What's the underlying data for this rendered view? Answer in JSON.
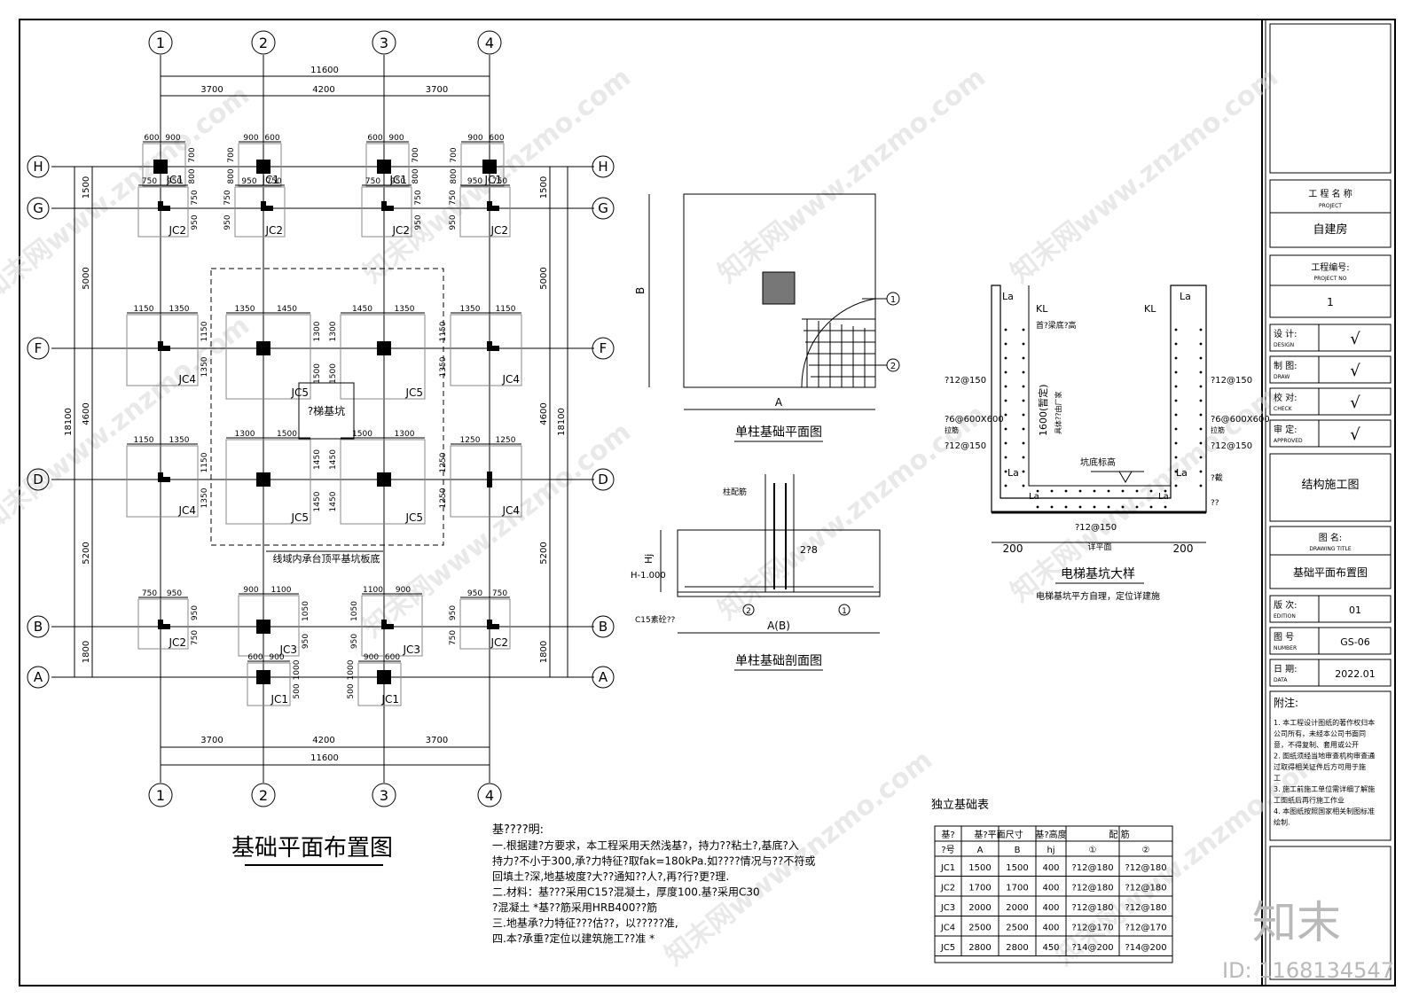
{
  "plan": {
    "title": "基础平面布置图",
    "axes_x": [
      "1",
      "2",
      "3",
      "4"
    ],
    "axes_y": [
      "H",
      "G",
      "F",
      "D",
      "B",
      "A"
    ],
    "dims_top_total": "11600",
    "dims_top_spans": [
      "3700",
      "4200",
      "3700"
    ],
    "dims_bottom_total": "11600",
    "dims_bottom_spans": [
      "3700",
      "4200",
      "3700"
    ],
    "dims_left_total": "18100",
    "dims_left_spans": [
      "1500",
      "5000",
      "4600",
      "5200",
      "1800"
    ],
    "dims_right_total": "18100",
    "dims_right_spans": [
      "1500",
      "5000",
      "4600",
      "5200",
      "1800"
    ],
    "pit_label": "?梯基坑",
    "raft_note": "线域内承台顶平基坑板底",
    "footings": [
      {
        "label": "JC1",
        "d1": "600",
        "d2": "900",
        "v1": "700",
        "v2": "800"
      },
      {
        "label": "JC1",
        "d1": "900",
        "d2": "600",
        "v1": "700",
        "v2": "800"
      },
      {
        "label": "JC1",
        "d1": "600",
        "d2": "900",
        "v1": "700",
        "v2": "800"
      },
      {
        "label": "JC1",
        "d1": "900",
        "d2": "600",
        "v1": "700",
        "v2": "800"
      },
      {
        "label": "JC2",
        "d1": "750",
        "d2": "950",
        "v1": "750",
        "v2": "950"
      },
      {
        "label": "JC2",
        "d1": "950",
        "d2": "750",
        "v1": "750",
        "v2": "950"
      },
      {
        "label": "JC2",
        "d1": "750",
        "d2": "950",
        "v1": "750",
        "v2": "950"
      },
      {
        "label": "JC2",
        "d1": "950",
        "d2": "750",
        "v1": "750",
        "v2": "950"
      },
      {
        "label": "JC4",
        "d1": "1150",
        "d2": "1350",
        "v1": "1150",
        "v2": "1350"
      },
      {
        "label": "JC5",
        "d1": "1350",
        "d2": "1450",
        "v1": "1300",
        "v2": "1500"
      },
      {
        "label": "JC5",
        "d1": "1450",
        "d2": "1350",
        "v1": "1300",
        "v2": "1500"
      },
      {
        "label": "JC4",
        "d1": "1350",
        "d2": "1150",
        "v1": "1150",
        "v2": "1350"
      },
      {
        "label": "JC4",
        "d1": "1150",
        "d2": "1350",
        "v1": "1150",
        "v2": "1350"
      },
      {
        "label": "JC5",
        "d1": "1300",
        "d2": "1500",
        "v1": "1450",
        "v2": "1450"
      },
      {
        "label": "JC5",
        "d1": "1500",
        "d2": "1300",
        "v1": "1450",
        "v2": "1450"
      },
      {
        "label": "JC4",
        "d1": "1250",
        "d2": "1250",
        "v1": "1250",
        "v2": "1250"
      },
      {
        "label": "JC2",
        "d1": "750",
        "d2": "950",
        "v1": "950",
        "v2": "750"
      },
      {
        "label": "JC3",
        "d1": "900",
        "d2": "1100",
        "v1": "1050",
        "v2": "950"
      },
      {
        "label": "JC3",
        "d1": "1100",
        "d2": "900",
        "v1": "1050",
        "v2": "950"
      },
      {
        "label": "JC2",
        "d1": "950",
        "d2": "750",
        "v1": "950",
        "v2": "750"
      },
      {
        "label": "JC1",
        "d1": "600",
        "d2": "900",
        "v1": "1000",
        "v2": "500"
      },
      {
        "label": "JC1",
        "d1": "900",
        "d2": "600",
        "v1": "1000",
        "v2": "500"
      }
    ]
  },
  "single_plan": {
    "title": "单柱基础平面图",
    "dim_a": "A",
    "dim_b": "B",
    "callouts": [
      "1",
      "2"
    ]
  },
  "single_section": {
    "title": "单柱基础剖面图",
    "col_rebar": "柱配筋",
    "bar_note": "2?8",
    "hj": "Hj",
    "elev": "H-1.000",
    "cushion": "C15素砼??",
    "ab": "A(B)",
    "callouts": [
      "2",
      "1"
    ]
  },
  "pit": {
    "title": "电梯基坑大样",
    "subtitle": "电梯基坑平方自理，定位详建施",
    "kl_left": "KL",
    "kl_right": "KL",
    "la_labels": [
      "La",
      "La",
      "La",
      "La",
      "La",
      "La"
    ],
    "top_note": "首?梁底?高",
    "depth": "1600(暂定)",
    "depth_note": "具体??由厂家",
    "rebar_left": [
      "?12@150",
      "?6@600X600",
      "拉筋",
      "?12@150"
    ],
    "rebar_right": [
      "?12@150",
      "?6@600X600",
      "拉筋",
      "?12@150"
    ],
    "bottom_label": "坑底标高",
    "bottom_rebar": "?12@150",
    "bottom_plane": "详平面",
    "right_notes": [
      "?截",
      "??"
    ],
    "dim_left": "200",
    "dim_right": "200"
  },
  "notes": {
    "heading": "基????明:",
    "lines": [
      "一.根据建?方要求，本工程采用天然浅基?，持力??粘土?,基底?入",
      "持力?不小于300,承?力特征?取fak=180kPa.如????情况与??不符或",
      "回填土?深,地基坡度?大??通知??人?,再?行?更?理.",
      "二.材料：基???采用C15?混凝土，厚度100.基?采用C30",
      "?混凝土 *基??筋采用HRB400??筋",
      "三.地基承?力特征???估??，以?????准,",
      "四.本?承重?定位以建筑施工??准 *"
    ]
  },
  "table": {
    "title": "独立基础表",
    "h1": [
      "基?",
      "基?平面尺寸",
      "基?高度",
      "配    筋"
    ],
    "h2": [
      "?号",
      "A",
      "B",
      "hj",
      "①",
      "②"
    ],
    "rows": [
      [
        "JC1",
        "1500",
        "1500",
        "400",
        "?12@180",
        "?12@180"
      ],
      [
        "JC2",
        "1700",
        "1700",
        "400",
        "?12@180",
        "?12@180"
      ],
      [
        "JC3",
        "2000",
        "2000",
        "400",
        "?12@180",
        "?12@180"
      ],
      [
        "JC4",
        "2500",
        "2500",
        "400",
        "?12@170",
        "?12@170"
      ],
      [
        "JC5",
        "2800",
        "2800",
        "450",
        "?14@200",
        "?14@200"
      ]
    ]
  },
  "titleblock": {
    "project_name_label": "工 程 名 称",
    "project_name_en": "PROJECT",
    "project_name": "自建房",
    "project_no_label": "工程编号:",
    "project_no_en": "PROJECT NO",
    "project_no": "1",
    "roles": [
      {
        "cn": "设  计:",
        "en": "DESIGN",
        "mark": "√"
      },
      {
        "cn": "制  图:",
        "en": "DRAW",
        "mark": "√"
      },
      {
        "cn": "校  对:",
        "en": "CHECK",
        "mark": "√"
      },
      {
        "cn": "审  定:",
        "en": "APPROVED",
        "mark": "√"
      }
    ],
    "stage": "结构施工图",
    "drawing_title_label": "图    名:",
    "drawing_title_en": "DRAWING TITLE",
    "drawing_title": "基础平面布置图",
    "edition_label": "版  次:",
    "edition_en": "EDITION",
    "edition": "01",
    "number_label": "图  号",
    "number_en": "NUMBER",
    "number": "GS-06",
    "date_label": "日  期:",
    "date_en": "DATA",
    "date": "2022.01",
    "notes_heading": "附注:",
    "notes": [
      "1. 本工程设计图纸的著作权归本",
      "   公司所有，未经本公司书面同",
      "   意，不得复制、套用或公开",
      "2. 图纸须经当地审查机构审查通",
      "   过取得相关证件后方可用于施",
      "   工",
      "3. 施工前施工单位需详细了解施",
      "   工图纸后再行施工作业",
      "4. 本图纸按照国家相关制图标准",
      "   绘制."
    ]
  },
  "watermark": {
    "brand": "知末",
    "id": "ID: 1168134547",
    "site": "知末网www.znzmo.com"
  }
}
